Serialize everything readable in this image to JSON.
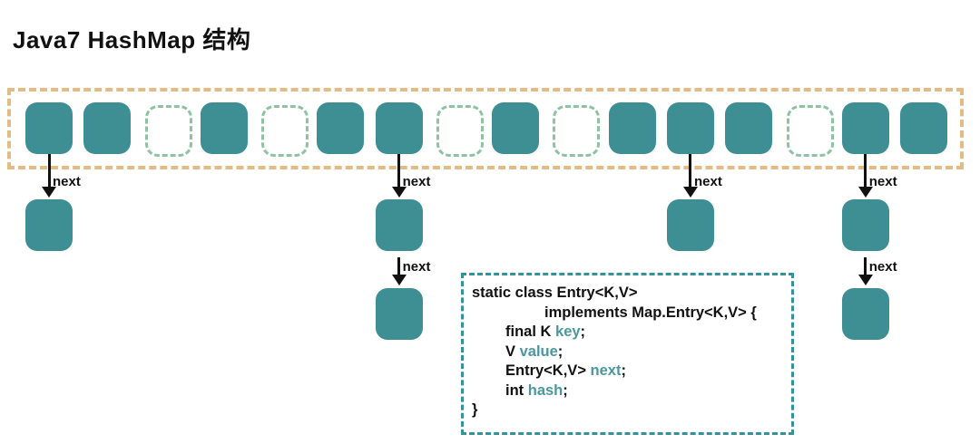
{
  "title": "Java7 HashMap 结构",
  "colors": {
    "bucket_fill": "#3E8F93",
    "empty_dash": "#8FC2A2",
    "table_dash": "#E4BB84",
    "code_border": "#35929A",
    "code_keyword": "#4A989E",
    "ink": "#111111",
    "bg": "#FFFFFF"
  },
  "bucket_array": {
    "slot_count": 16,
    "slots": [
      "filled",
      "filled",
      "empty",
      "filled",
      "empty",
      "filled",
      "filled",
      "empty",
      "filled",
      "empty",
      "filled",
      "filled",
      "filled",
      "empty",
      "filled",
      "filled"
    ]
  },
  "next_label": "next",
  "chains": [
    {
      "bucket_index": 0,
      "node_count": 1
    },
    {
      "bucket_index": 6,
      "node_count": 2
    },
    {
      "bucket_index": 11,
      "node_count": 1
    },
    {
      "bucket_index": 14,
      "node_count": 2
    }
  ],
  "code_box": {
    "lines": [
      {
        "indent": 0,
        "segments": [
          {
            "text": "static class Entry<K,V>",
            "keyword": false
          }
        ]
      },
      {
        "indent": 2,
        "segments": [
          {
            "text": "implements Map.Entry<K,V> {",
            "keyword": false
          }
        ]
      },
      {
        "indent": 1,
        "segments": [
          {
            "text": "final K ",
            "keyword": false
          },
          {
            "text": "key",
            "keyword": true
          },
          {
            "text": ";",
            "keyword": false
          }
        ]
      },
      {
        "indent": 1,
        "segments": [
          {
            "text": "V ",
            "keyword": false
          },
          {
            "text": "value",
            "keyword": true
          },
          {
            "text": ";",
            "keyword": false
          }
        ]
      },
      {
        "indent": 1,
        "segments": [
          {
            "text": "Entry<K,V> ",
            "keyword": false
          },
          {
            "text": "next",
            "keyword": true
          },
          {
            "text": ";",
            "keyword": false
          }
        ]
      },
      {
        "indent": 1,
        "segments": [
          {
            "text": "int ",
            "keyword": false
          },
          {
            "text": "hash",
            "keyword": true
          },
          {
            "text": ";",
            "keyword": false
          }
        ]
      },
      {
        "indent": 0,
        "segments": [
          {
            "text": "}",
            "keyword": false
          }
        ]
      }
    ]
  }
}
